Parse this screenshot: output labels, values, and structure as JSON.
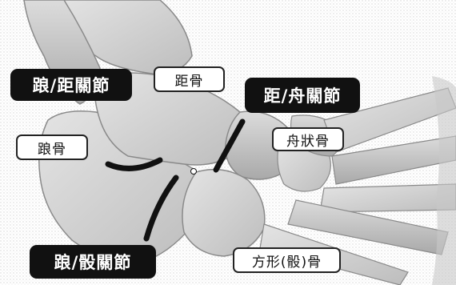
{
  "labels": {
    "calcaneo_talar_joint": "踉/距關節",
    "talus_bone": "距骨",
    "talo_navicular_joint": "距/舟關節",
    "calcaneus_bone": "踉骨",
    "navicular_bone": "舟狀骨",
    "calcaneo_cuboid_joint": "踉/骰關節",
    "cuboid_bone": "方形(骰)骨"
  },
  "colors": {
    "bone_fill": "#d6d6d6",
    "bone_edge": "#8a8a8a",
    "joint_line": "#111111",
    "dark_label_bg": "#111111",
    "light_label_border": "#222222"
  }
}
